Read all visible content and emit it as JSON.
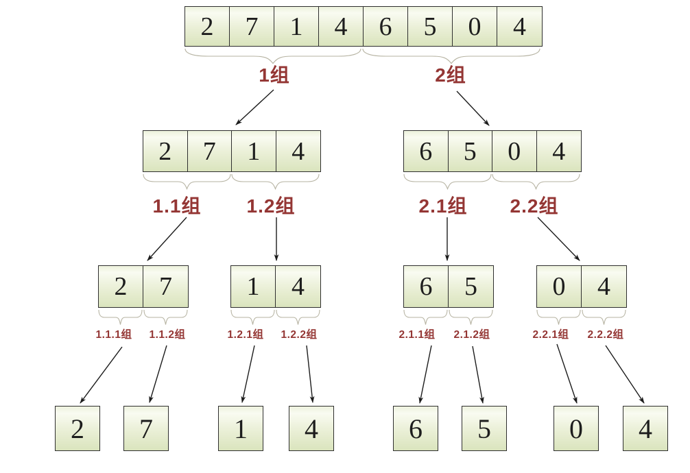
{
  "diagram": {
    "l0": {
      "cells": [
        "2",
        "7",
        "1",
        "4",
        "6",
        "5",
        "0",
        "4"
      ],
      "groups": [
        "1组",
        "2组"
      ]
    },
    "l1": {
      "left": [
        "2",
        "7",
        "1",
        "4"
      ],
      "right": [
        "6",
        "5",
        "0",
        "4"
      ],
      "groups": [
        "1.1组",
        "1.2组",
        "2.1组",
        "2.2组"
      ]
    },
    "l2": {
      "arrays": [
        [
          "2",
          "7"
        ],
        [
          "1",
          "4"
        ],
        [
          "6",
          "5"
        ],
        [
          "0",
          "4"
        ]
      ],
      "groups": [
        "1.1.1组",
        "1.1.2组",
        "1.2.1组",
        "1.2.2组",
        "2.1.1组",
        "2.1.2组",
        "2.2.1组",
        "2.2.2组"
      ]
    },
    "l3": {
      "cells": [
        "2",
        "7",
        "1",
        "4",
        "6",
        "5",
        "0",
        "4"
      ]
    },
    "colors": {
      "cell_fill_top": "#f9fbf1",
      "cell_fill_bottom": "#dae4bd",
      "cell_border": "#2e2e2e",
      "group_label": "#943634",
      "brace": "#b6b3a2",
      "arrow": "#1c1c1c"
    }
  }
}
